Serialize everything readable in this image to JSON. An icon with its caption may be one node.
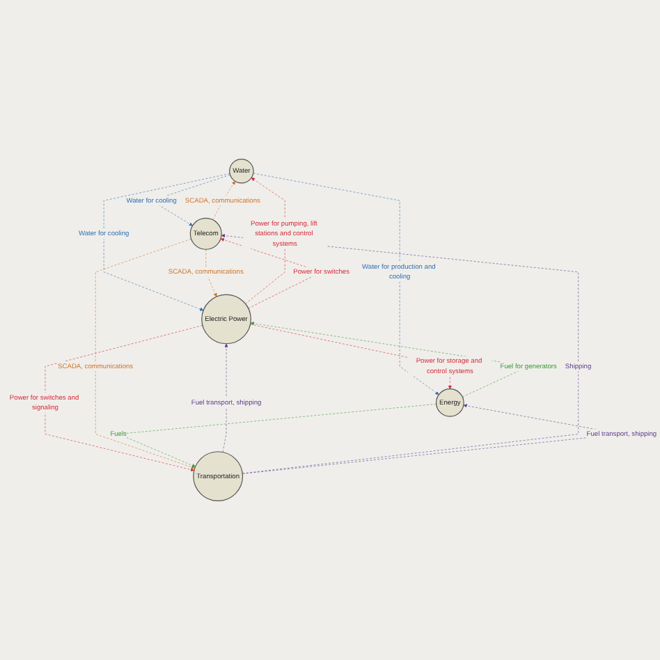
{
  "diagram": {
    "nodes": [
      {
        "text": [
          "Water"
        ]
      },
      {
        "text": [
          "Telecom"
        ]
      },
      {
        "text": [
          "Electric Power"
        ]
      },
      {
        "text": [
          "Energy"
        ]
      },
      {
        "text": [
          "Transportation"
        ]
      }
    ],
    "edges": [
      {
        "from": 0,
        "to": 1,
        "arrow": "to",
        "label": "Water for cooling",
        "style": "dashed",
        "color": "#2f6fb3"
      },
      {
        "from": 1,
        "to": 0,
        "arrow": "to",
        "label": "SCADA, communications",
        "style": "dashed",
        "color": "#d0742a"
      },
      {
        "from": 0,
        "to": 2,
        "arrow": "to",
        "label": "Water for cooling",
        "style": "dashed",
        "color": "#2f6fb3"
      },
      {
        "from": 2,
        "to": 0,
        "arrow": "to",
        "label": "Power for pumping, lift stations and control systems",
        "style": "dashed",
        "color": "#d42a3a"
      },
      {
        "from": 2,
        "to": 1,
        "arrow": "to",
        "label": "Power for switches",
        "style": "dashed",
        "color": "#d42a3a"
      },
      {
        "from": 1,
        "to": 2,
        "arrow": "to",
        "label": "SCADA, communications",
        "style": "dashed",
        "color": "#d0742a"
      },
      {
        "from": 0,
        "to": 3,
        "arrow": "to",
        "label": "Water for production and cooling",
        "style": "dashed",
        "color": "#2f6fb3"
      },
      {
        "from": 3,
        "to": 2,
        "arrow": "to",
        "label": "Fuel for generators",
        "style": "dashed",
        "color": "#3a9a3a"
      },
      {
        "from": 2,
        "to": 3,
        "arrow": "to",
        "label": "Power for storage and control systems",
        "style": "dashed",
        "color": "#d42a3a"
      },
      {
        "from": 4,
        "to": 2,
        "arrow": "to",
        "label": "Fuel transport, shipping",
        "style": "dashed",
        "color": "#5b3f8e"
      },
      {
        "from": 2,
        "to": 4,
        "arrow": "to",
        "label": "Power for switches and signaling",
        "style": "dashed",
        "color": "#d42a3a"
      },
      {
        "from": 1,
        "to": 4,
        "arrow": "to",
        "label": "SCADA, communications",
        "style": "dashed",
        "color": "#d0742a"
      },
      {
        "from": 4,
        "to": 1,
        "arrow": "to",
        "label": "Shipping",
        "style": "dashed",
        "color": "#5b3f8e"
      },
      {
        "from": 4,
        "to": 3,
        "arrow": "to",
        "label": "Fuel transport, shipping",
        "style": "dashed",
        "color": "#5b3f8e"
      },
      {
        "from": 3,
        "to": 4,
        "arrow": "to",
        "label": "Fuels",
        "style": "dashed",
        "color": "#3a9a3a"
      }
    ]
  }
}
